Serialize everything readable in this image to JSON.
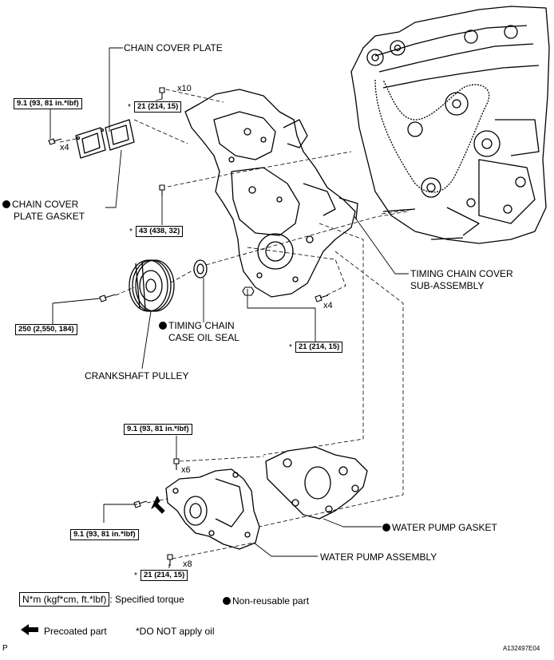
{
  "labels": {
    "chain_cover_plate": "CHAIN COVER PLATE",
    "chain_cover_plate_gasket_1": "CHAIN COVER",
    "chain_cover_plate_gasket_2": "PLATE GASKET",
    "timing_chain_cover_1": "TIMING CHAIN COVER",
    "timing_chain_cover_2": "SUB-ASSEMBLY",
    "timing_chain_case_oil_seal_1": "TIMING CHAIN",
    "timing_chain_case_oil_seal_2": "CASE OIL SEAL",
    "crankshaft_pulley": "CRANKSHAFT PULLEY",
    "water_pump_gasket": "WATER PUMP GASKET",
    "water_pump_assembly": "WATER PUMP ASSEMBLY"
  },
  "torques": {
    "plate_bolts": "9.1 (93, 81 in.*lbf)",
    "upper_bolts": "21 (214, 15)",
    "mid_bolt": "43 (438, 32)",
    "pulley_bolt": "250 (2,550, 184)",
    "lower_bolts": "21 (214, 15)",
    "wp_top_bolts": "9.1 (93, 81 in.*lbf)",
    "wp_left_bolt": "9.1 (93, 81 in.*lbf)",
    "wp_bottom_bolts": "21 (214, 15)"
  },
  "quantities": {
    "plate_bolts": "x4",
    "upper_bolts": "x10",
    "lower_bolts": "x4",
    "wp_top_bolts": "x6",
    "wp_bottom_bolts": "x8"
  },
  "star": "*",
  "legend": {
    "torque_unit": "N*m (kgf*cm, ft.*lbf)",
    "torque_desc": ": Specified torque",
    "non_reusable": "Non-reusable part",
    "precoated": "Precoated part",
    "no_oil": "*DO NOT apply oil"
  },
  "corner_left": "P",
  "corner_right": "A132497E04"
}
